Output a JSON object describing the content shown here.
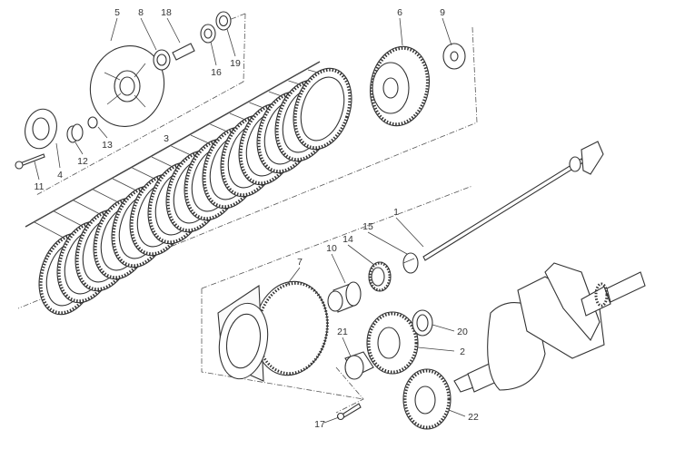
{
  "diagram": {
    "type": "exploded parts diagram - clutch assembly",
    "part_labels": [
      "1",
      "2",
      "3",
      "4",
      "5",
      "6",
      "7",
      "8",
      "9",
      "10",
      "11",
      "12",
      "13",
      "14",
      "15",
      "16",
      "17",
      "18",
      "19",
      "20",
      "21",
      "22"
    ]
  }
}
